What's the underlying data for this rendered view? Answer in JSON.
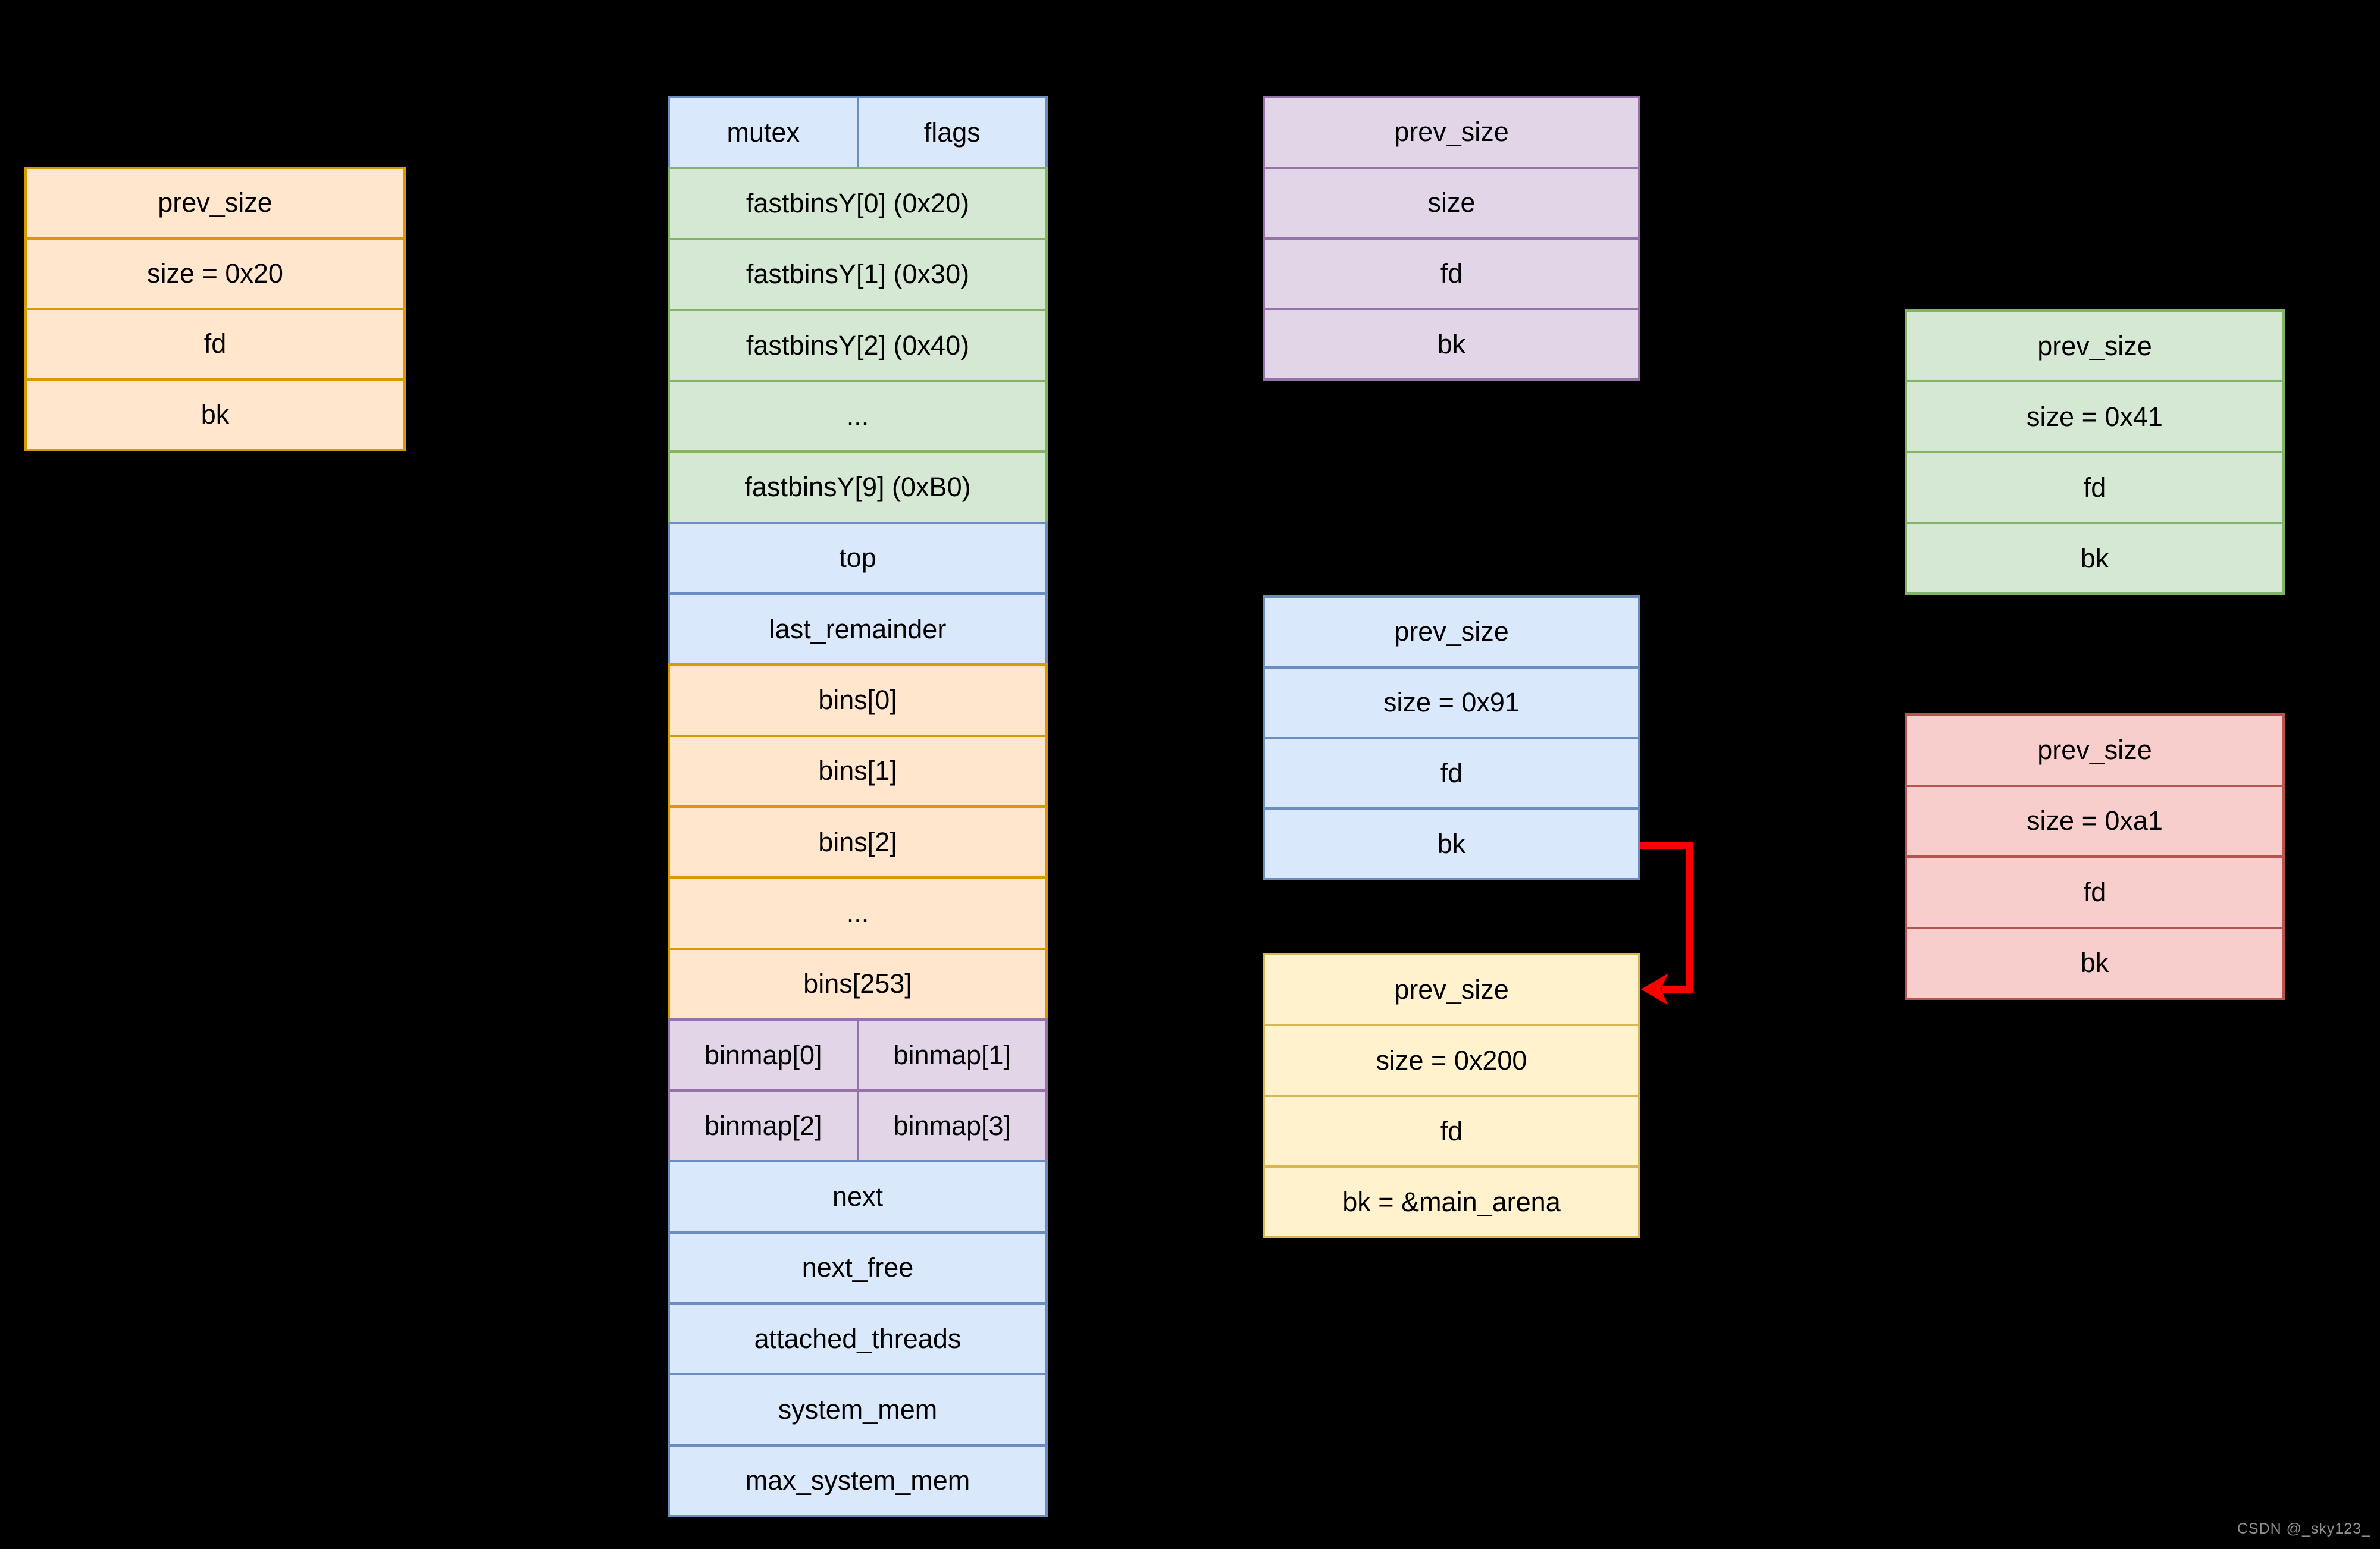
{
  "palette": {
    "background": "#000000",
    "orange_fill": "#ffe6cc",
    "orange_border": "#d79b00",
    "green_fill": "#d5e8d4",
    "green_border": "#82b366",
    "blue_fill": "#dae8fc",
    "blue_border": "#6c8ebf",
    "purple_fill": "#e1d5e7",
    "purple_border": "#9673a6",
    "yellow_fill": "#fff2cc",
    "yellow_border": "#d6b656",
    "pink_fill": "#f8cecc",
    "pink_border": "#b85450",
    "arrow": "#ff0000",
    "watermark_color": "#8e8e8e"
  },
  "chunk_orange": {
    "rows": [
      "prev_size",
      "size = 0x20",
      "fd",
      "bk"
    ]
  },
  "main_arena": {
    "header": [
      "mutex",
      "flags"
    ],
    "fastbins": [
      "fastbinsY[0] (0x20)",
      "fastbinsY[1] (0x30)",
      "fastbinsY[2] (0x40)",
      "...",
      "fastbinsY[9] (0xB0)"
    ],
    "top": "top",
    "last_remainder": "last_remainder",
    "bins": [
      "bins[0]",
      "bins[1]",
      "bins[2]",
      "...",
      "bins[253]"
    ],
    "binmap": [
      [
        "binmap[0]",
        "binmap[1]"
      ],
      [
        "binmap[2]",
        "binmap[3]"
      ]
    ],
    "tail": [
      "next",
      "next_free",
      "attached_threads",
      "system_mem",
      "max_system_mem"
    ]
  },
  "chunk_purple": {
    "rows": [
      "prev_size",
      "size",
      "fd",
      "bk"
    ]
  },
  "chunk_blue": {
    "rows": [
      "prev_size",
      "size = 0x91",
      "fd",
      "bk"
    ]
  },
  "chunk_yellow": {
    "rows": [
      "prev_size",
      "size = 0x200",
      "fd",
      "bk = &main_arena"
    ]
  },
  "chunk_green": {
    "rows": [
      "prev_size",
      "size = 0x41",
      "fd",
      "bk"
    ]
  },
  "chunk_pink": {
    "rows": [
      "prev_size",
      "size = 0xa1",
      "fd",
      "bk"
    ]
  },
  "watermark": "CSDN @_sky123_"
}
